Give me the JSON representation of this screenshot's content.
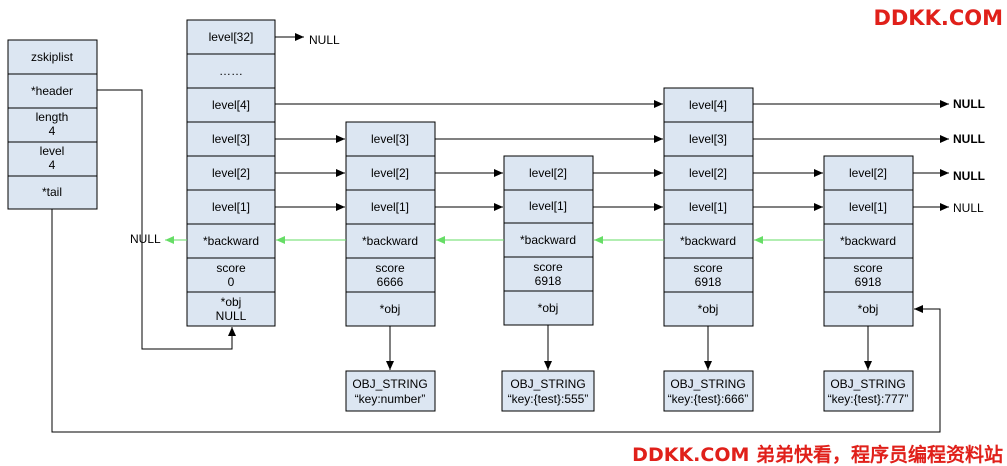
{
  "watermark": {
    "top": "DDKK.COM",
    "bottom": "DDKK.COM 弟弟快看，程序员编程资料站",
    "color": "#e0201a"
  },
  "null_label": "NULL",
  "zskiplist": {
    "title": "zskiplist",
    "header": "*header",
    "length_label": "length",
    "length_value": "4",
    "level_label": "level",
    "level_value": "4",
    "tail": "*tail"
  },
  "header_node": {
    "levels": [
      "level[32]",
      "……",
      "level[4]",
      "level[3]",
      "level[2]",
      "level[1]"
    ],
    "backward": "*backward",
    "score_label": "score",
    "score_value": "0",
    "obj_label": "*obj",
    "obj_value": "NULL"
  },
  "nodes": [
    {
      "levels": [
        "level[3]",
        "level[2]",
        "level[1]"
      ],
      "backward": "*backward",
      "score_label": "score",
      "score_value": "6666",
      "obj": "*obj",
      "string_type": "OBJ_STRING",
      "string_value": "“key:number”"
    },
    {
      "levels": [
        "level[2]",
        "level[1]"
      ],
      "backward": "*backward",
      "score_label": "score",
      "score_value": "6918",
      "obj": "*obj",
      "string_type": "OBJ_STRING",
      "string_value": "“key:{test}:555”"
    },
    {
      "levels": [
        "level[4]",
        "level[3]",
        "level[2]",
        "level[1]"
      ],
      "backward": "*backward",
      "score_label": "score",
      "score_value": "6918",
      "obj": "*obj",
      "string_type": "OBJ_STRING",
      "string_value": "“key:{test}:666”"
    },
    {
      "levels": [
        "level[2]",
        "level[1]"
      ],
      "backward": "*backward",
      "score_label": "score",
      "score_value": "6918",
      "obj": "*obj",
      "string_type": "OBJ_STRING",
      "string_value": "“key:{test}:777”"
    }
  ],
  "colors": {
    "box_fill": "#dce6f2",
    "box_stroke": "#000000",
    "forward_arrow": "#000000",
    "backward_arrow": "#66dd66"
  }
}
